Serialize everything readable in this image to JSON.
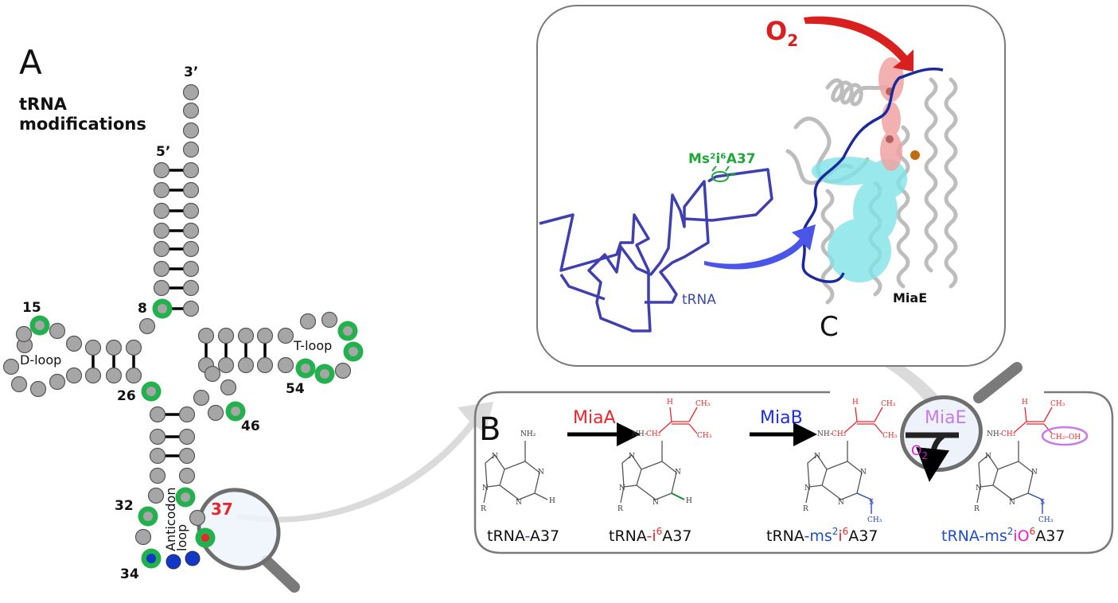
{
  "panel_a": {
    "letter": "A",
    "title_line1": "tRNA",
    "title_line2": "modifications",
    "end_3": "3’",
    "end_5": "5’",
    "d_loop": "D-loop",
    "t_loop": "T-loop",
    "anticodon_line1": "Anticodon",
    "anticodon_line2": "loop",
    "positions": [
      "15",
      "8",
      "26",
      "46",
      "54",
      "32",
      "34",
      "37"
    ],
    "colors": {
      "nucleotide": "#a6a6a6",
      "modified_ring": "#22b14c",
      "anticodon": "#1238c8",
      "a37": "#e8262b",
      "label_37": "#e8262b"
    }
  },
  "panel_b": {
    "letter": "B",
    "enzymes": [
      {
        "name": "MiaA",
        "color": "#e8262b"
      },
      {
        "name": "MiaB",
        "color": "#1e2fd6"
      },
      {
        "name": "MiaE",
        "color": "#c77be8"
      }
    ],
    "cofactor": "O",
    "cofactor_sub": "2",
    "molecules": [
      {
        "prefix": "tRNA",
        "dash": "-",
        "parts": [
          {
            "t": "A37",
            "c": "#111"
          }
        ]
      },
      {
        "prefix": "tRNA",
        "dash": "-",
        "parts": [
          {
            "t": "i",
            "c": "#e8262b"
          },
          {
            "t": "6",
            "c": "#e8262b",
            "sup": true
          },
          {
            "t": "A37",
            "c": "#111"
          }
        ]
      },
      {
        "prefix": "tRNA",
        "dash": "-",
        "parts": [
          {
            "t": "ms",
            "c": "#1e4fc6"
          },
          {
            "t": "2",
            "c": "#1e4fc6",
            "sup": true
          },
          {
            "t": "i",
            "c": "#e8262b"
          },
          {
            "t": "6",
            "c": "#e8262b",
            "sup": true
          },
          {
            "t": "A37",
            "c": "#111"
          }
        ]
      },
      {
        "prefix": "tRNA",
        "dash": "-",
        "parts": [
          {
            "t": "ms",
            "c": "#1e4fc6"
          },
          {
            "t": "2",
            "c": "#1e4fc6",
            "sup": true
          },
          {
            "t": "iO",
            "c": "#e020d0"
          },
          {
            "t": "6",
            "c": "#e8262b",
            "sup": true
          },
          {
            "t": "A37",
            "c": "#111"
          }
        ]
      }
    ],
    "chem_labels": {
      "nh2": "NH₂",
      "n": "N",
      "h": "H",
      "r": "R",
      "nh": "NH",
      "ch2": "CH₂",
      "ch3": "CH₃",
      "s": "S",
      "ch2oh": "CH₂–OH"
    }
  },
  "panel_c": {
    "letter": "C",
    "o2_label": "O",
    "o2_sub": "2",
    "ms2i6a37_label": "Ms²i⁶A37",
    "trna_label": "tRNA",
    "miae_label": "MiaE",
    "colors": {
      "trna": "#3f3fb0",
      "protein": "#c8c8c8",
      "cyan": "#7fe3e8",
      "pink": "#f0a3a3",
      "o2": "#d9201f",
      "ms2": "#1fa83a"
    }
  }
}
